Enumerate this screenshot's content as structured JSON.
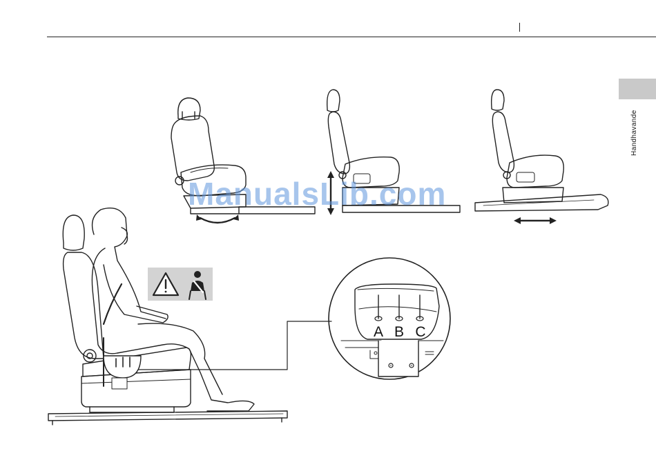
{
  "section_tab": {
    "label": "Handhavande",
    "color": "#c9c9c9"
  },
  "detail_callout": {
    "labels": [
      "A",
      "B",
      "C"
    ]
  },
  "watermark": {
    "text": "ManualsLib.com",
    "color": "#5f96dc"
  },
  "icons": [
    "warning-triangle-icon",
    "seatbelt-icon",
    "rotate-arrow-icon",
    "vertical-arrow-icon",
    "horizontal-arrow-icon"
  ]
}
